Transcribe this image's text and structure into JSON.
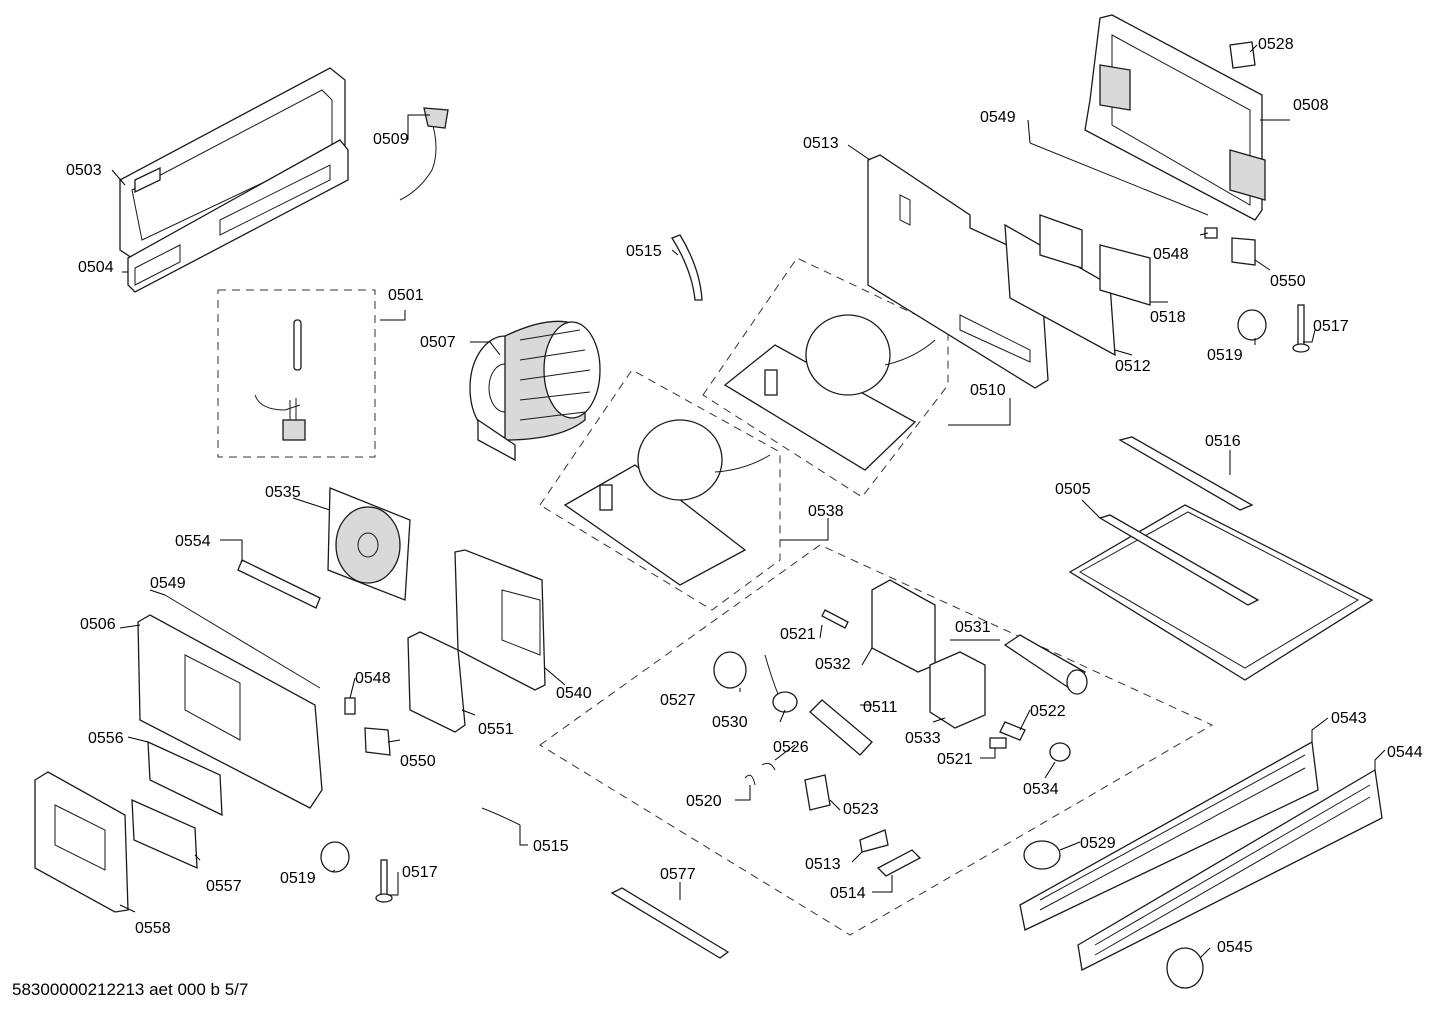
{
  "document_id": "58300000212213 aet 000 b 5/7",
  "labels": {
    "p0501": "0501",
    "p0503": "0503",
    "p0504": "0504",
    "p0505": "0505",
    "p0506": "0506",
    "p0507": "0507",
    "p0508": "0508",
    "p0509": "0509",
    "p0510": "0510",
    "p0511": "0511",
    "p0512": "0512",
    "p0513a": "0513",
    "p0513b": "0513",
    "p0514": "0514",
    "p0515a": "0515",
    "p0515b": "0515",
    "p0516": "0516",
    "p0517a": "0517",
    "p0517b": "0517",
    "p0518": "0518",
    "p0519a": "0519",
    "p0519b": "0519",
    "p0520": "0520",
    "p0521a": "0521",
    "p0521b": "0521",
    "p0522": "0522",
    "p0523": "0523",
    "p0526": "0526",
    "p0527": "0527",
    "p0528": "0528",
    "p0529": "0529",
    "p0530": "0530",
    "p0531": "0531",
    "p0532": "0532",
    "p0533": "0533",
    "p0534": "0534",
    "p0535": "0535",
    "p0538": "0538",
    "p0540": "0540",
    "p0543": "0543",
    "p0544": "0544",
    "p0545": "0545",
    "p0548a": "0548",
    "p0548b": "0548",
    "p0549a": "0549",
    "p0549b": "0549",
    "p0550a": "0550",
    "p0550b": "0550",
    "p0551": "0551",
    "p0554": "0554",
    "p0556": "0556",
    "p0557": "0557",
    "p0558": "0558",
    "p0577": "0577"
  }
}
